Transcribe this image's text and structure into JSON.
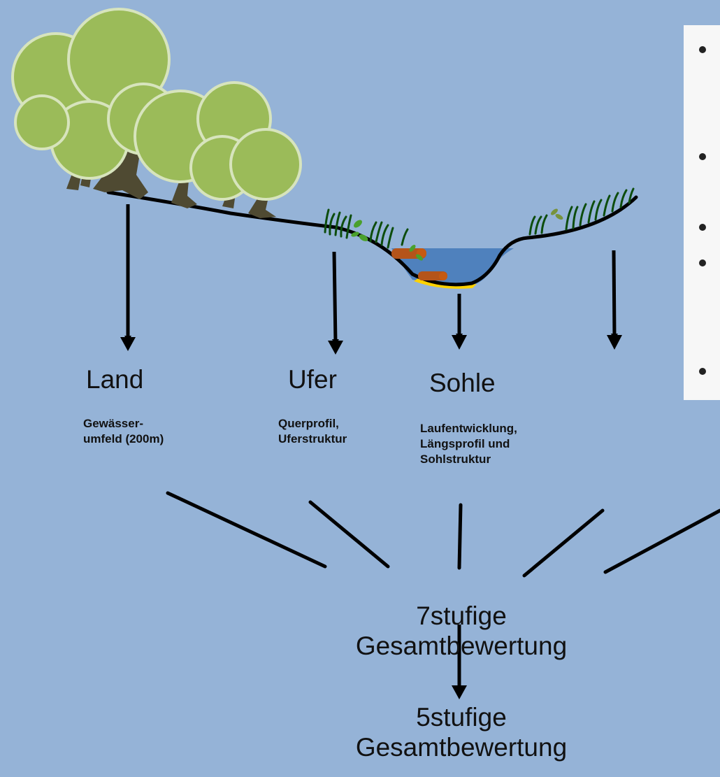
{
  "columns": [
    {
      "id": "land",
      "title": "Land",
      "detail": [
        "Gewässer-",
        "umfeld (200m)"
      ]
    },
    {
      "id": "ufer",
      "title": "Ufer",
      "detail": [
        "Querprofil,",
        "Uferstruktur"
      ]
    },
    {
      "id": "sohle",
      "title": "Sohle",
      "detail": [
        "Laufentwicklung,",
        "Längsprofil und",
        "Sohlstruktur"
      ]
    }
  ],
  "result7": [
    "7stufige",
    "Gesamtbewertung"
  ],
  "result5": [
    "5stufige",
    "Gesamtbewertung"
  ],
  "colors": {
    "background": "#95b3d7",
    "tree_canopy": "#9bbb59",
    "tree_outline": "#d7e4bd",
    "trunk": "#4f4a32",
    "water": "#4f81bd",
    "sand": "#ffd200",
    "wood": "#b4541a",
    "grass": "#0d4d0d",
    "panel": "#f7f7f7"
  },
  "icons": [
    "tree-icon",
    "grass-icon",
    "log-icon",
    "water-icon",
    "arrow-down-icon"
  ]
}
